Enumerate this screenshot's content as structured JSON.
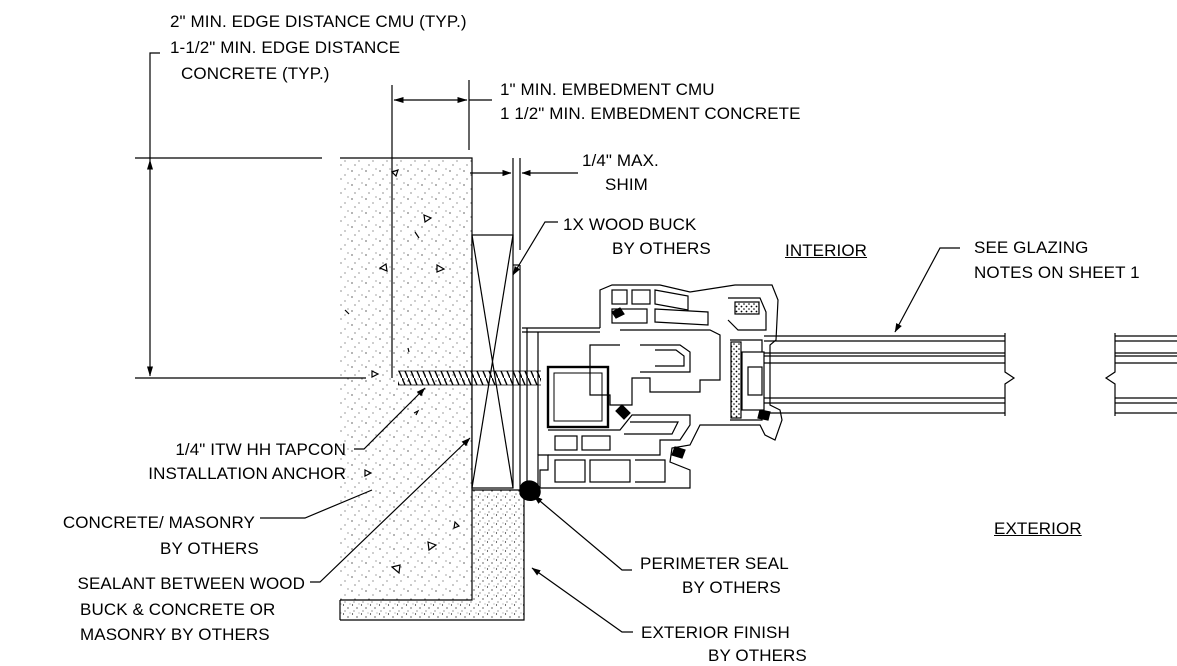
{
  "labels": {
    "edge_cmu": "2\" MIN. EDGE DISTANCE CMU (TYP.)",
    "edge_concrete_1": "1-1/2\" MIN. EDGE DISTANCE",
    "edge_concrete_2": "CONCRETE (TYP.)",
    "embed_cmu": "1\" MIN. EMBEDMENT CMU",
    "embed_concrete": "1 1/2\" MIN. EMBEDMENT CONCRETE",
    "shim_1": "1/4\" MAX.",
    "shim_2": "SHIM",
    "wood_buck_1": "1X WOOD BUCK",
    "wood_buck_2": "BY OTHERS",
    "interior": "INTERIOR",
    "glazing_1": "SEE GLAZING",
    "glazing_2": "NOTES ON SHEET 1",
    "tapcon_1": "1/4\" ITW HH TAPCON",
    "tapcon_2": "INSTALLATION ANCHOR",
    "concrete_1": "CONCRETE/ MASONRY",
    "concrete_2": "BY OTHERS",
    "exterior": "EXTERIOR",
    "sealant_1": "SEALANT BETWEEN WOOD",
    "sealant_2": "BUCK & CONCRETE OR",
    "sealant_3": "MASONRY BY OTHERS",
    "perimeter_1": "PERIMETER SEAL",
    "perimeter_2": "BY OTHERS",
    "finish_1": "EXTERIOR FINISH",
    "finish_2": "BY OTHERS"
  }
}
